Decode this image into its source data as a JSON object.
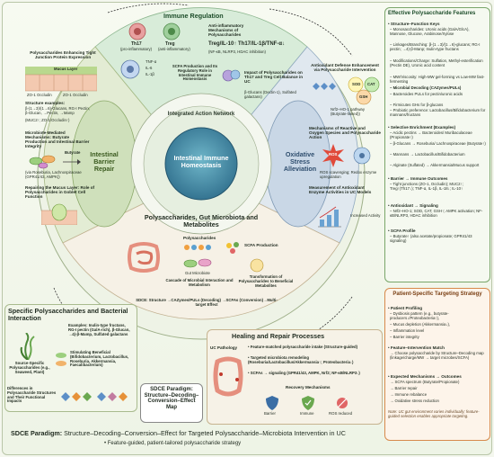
{
  "immune": {
    "title": "Immune Regulation",
    "th17": "Th17",
    "th17_sub": "(pro-inflammatory)",
    "treg": "Treg",
    "treg_sub": "(anti-inflammatory)",
    "antiinflam_title": "Anti-inflammatory Mechanisms of Polysaccharides",
    "ratio": "Treg/IL-10↑ Th17/IL-1β/TNF-α↓",
    "pathways": "(NF-κB, NLRP3, HDAC inhibition)",
    "cytokines": [
      "TNF-α",
      "IL-6",
      "IL-1β"
    ],
    "scfa_node": "SCFA Production and Its Regulatory Role in Intestinal Immune Homeostasis",
    "impact": "Impact of Polysaccharides on Th17 and Treg Cell Balance in UC",
    "impact_sub": "β-Glucans (Dectin-1), Sulfated galactans)"
  },
  "barrier": {
    "tight_title": "Polysaccharides Enhancing Tight Junction Protein Expression",
    "mucus_layer": "Mucus Layer",
    "zo_label": "ZO-1 Occludin",
    "zo_left": "ZO-1 Occludin",
    "examples_title": "Structure examples:",
    "examples": "β-(1→3)/(1→6)-Glucans, RG-I Pectin, β-Glucan, →Pectin, →Mamp",
    "examples_sub": "(MUC2↑; ZO-1/Occludin↑)",
    "microbe_title": "Microbiote-Mediated Mechanisms: Butyrate Production and Intestinal Barrier Integrity",
    "butyrate": "Butyrate",
    "via": "(via Roseburia, Lachnospiraceae (GPR41/43, AMPK))",
    "repair_title": "Repairing the Mucus Layer: Role of Polysaccharides in Goblet Cell Function",
    "sector": "Intestinal Barrier Repair"
  },
  "oxidative": {
    "title": "Antioxidant Defense Enhancement via Polysaccharide Intervention",
    "enzymes": [
      "SOD",
      "CAT",
      "GSH"
    ],
    "nrf2": "Nrf2–HO-1 pathway (Butyrate-linked))",
    "ros_title": "Mechanisms of Reactive and Oxygen Species and Polysaccharide Action",
    "ros": "ROS",
    "ros_sub": "ROS scavenging; Redox enzyme upregulation",
    "measure_title": "Measurement of Antioxidant Enzyme Activities in UC Models",
    "increased": "Increased Activity",
    "sector": "Oxidative Stress Alleviation"
  },
  "center": {
    "ring_label": "Integrated Action Network",
    "hub": "Intestinal Immune Homeostasis",
    "gut_title": "Polysaccharides, Gut Microbiota and Metabolites",
    "poly": "Polysaccharides",
    "scfa": "SCFA Production",
    "gut_micro": "Gut Microbiote",
    "cascade": "Cascade of Microbial Interaction and Metabolism",
    "transform": "Transformation of Polysaccharides to Beneficial Metabolites",
    "sdce_line": "SDCE: Structure →CAZymes/PULs (Decoding) →SCFAs (Conversion)→Multi-target Effect"
  },
  "specific": {
    "title": "Specific Polysaccharides and Bacterial Interaction",
    "examples": "Examples: Inulin-type fructans, RG-I pectin (GalA-rich), β-Glucan, →4)-β-Mamp, Sulfated galactans",
    "source": "Source-Specific Polysaccharides (e.g., Seaweed, Plant)",
    "stimulating": "Stimulating Beneficial (Bifidobacterium, Lactobacillus, Roseburia, Akkermansia, Faecalibacterium)",
    "differences": "Differences in Polysaccharide Structures and Their Functional Impacts"
  },
  "sdce_map": "SDCE Paradigm: Structure–Decoding–Conversion–Effect Map",
  "healing": {
    "title": "Healing and Repair Processes",
    "uc": "UC Pathology",
    "items": [
      "• Feature-matched polysaccharide intake (Structure-guided)",
      "• Targeted microbiota remodeling (Roseburia/Lactobacillus/Akkermansia↑; Proteobacteria↓)",
      "• SCFAs → signaling (GPR41/43, AMPK, Nrf2; NF-κB/NLRP3↓)"
    ],
    "recovery": "Recovery Mechanisms",
    "icons": [
      "Barrier",
      "Immune",
      "ROS reduced"
    ]
  },
  "features": {
    "title": "Effective Polysaccharide Features",
    "sf_title": "• Structure–Function Keys",
    "sf_lines": [
      "– Monosaccharides: Uronic acids (GalA/GlcA), Mannose, Glucose, Arabinose/Xylose",
      "– Linkages/Branching: β-(1→3)/(1→6)-glucans; RG-I pectin; →4)-β-Manp; Inulin-type fructans",
      "– Modifications/Charge: Sulfation, Methyl-esterification (Pectin DE), Uronic acid content",
      "– MW/Viscosity: High-MW gel-forming vs Low-MW fast-fermenting",
      "– Microbial Decoding (CAZymes/PULs)",
      "– Bacteroides PULs for pectin/uronic acids",
      "– Firmicutes GHs for β-glucans",
      "– Probiotic preference: Lactobacillus/Bifidobacterium for mannans/fructans"
    ],
    "se_title": "• Selective Enrichment (Examples)",
    "se_lines": [
      "– Acidic pectins → Bacteroides/ Muribaculaceae (Propionate↑)",
      "– β-Glucans → Roseburia/ Lachnospiraceae (Butyrate↑)",
      "– Mannans → Lactobacillus/Bifidobacterium",
      "– Alginate (Sulfated) → Akkermansia/Mucus support"
    ],
    "bi_title": "• Barrier → Immune Outcomes",
    "bi_lines": [
      "– Tight junctions (ZO-1, Occludin); MUC2↑; Treg↑(Th17↓); TNF-α, IL-1β, IL-18↓; IL-10↑"
    ],
    "ax_title": "• Antioxidant → Signaling",
    "ax_lines": [
      "– Nrf2–HO-1; SOD, CAT, GSH↑; AMPK activation; NF-κB/NLRP3, HDAC inhibition"
    ],
    "scfa_title": "• SCFA Profile",
    "scfa_lines": [
      "– Butyrate↑ (also acetate/propionate; GPR41/43 signaling)"
    ]
  },
  "patient": {
    "title": "Patient-Specific Targeting Strategy",
    "profiling_title": "• Patient Profiling",
    "profiling_lines": [
      "– Dysbiosis pattern (e.g., butyrate-producers↓/Proteobacteria↑),",
      "– Mucus depletion (Akkermansia↓),",
      "– Inflammation level",
      "– Barrier integrity"
    ],
    "match_title": "• Feature–Intervention Match",
    "match_lines": [
      "→ Choose polysaccharide by Structure–Decoding map (linkage/charge/MW → target microbes/SCFA)"
    ],
    "expected_title": "• Expected Mechanisms → Outcomes",
    "expected_lines": [
      "→ SCFA spectrum (Butyrate/Propionate)",
      "→ Barrier repair",
      "→ Immune rebalance",
      "→ Oxidative stress reduction"
    ],
    "note": "Note: UC gut environment varies individually; feature-guided selection enables appropriate targeting."
  },
  "footer": {
    "line1_bold": "SDCE Paradigm:",
    "line1_rest": "Structure–Decoding–Conversion–Effect for Targeted Polysaccharide–Microbiota Intervention in UC",
    "line2": "• Feature-guided, patient-tailored polysaccharide strategy"
  },
  "colors": {
    "immune_bg": "#d8ecd9",
    "barrier_bg": "#e3ecd4",
    "oxidative_bg": "#e0e8ef",
    "gut_bg": "#f6f1e6",
    "hub": "#3d7d9a",
    "features_border": "#7aa66a",
    "patient_border": "#d78a4c",
    "ros": "#e04a3a",
    "gut": "#e58f7e"
  }
}
